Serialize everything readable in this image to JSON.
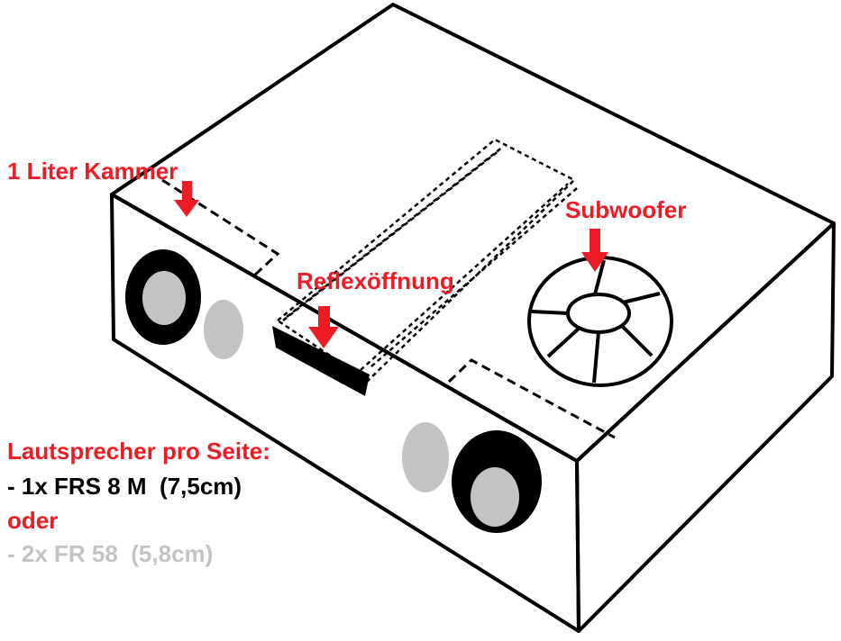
{
  "labels": {
    "kammer": "1 Liter Kammer",
    "reflex": "Reflexöffnung",
    "subwoofer": "Subwoofer"
  },
  "speaker_info": {
    "heading": "Lautsprecher pro Seite:",
    "option1": "- 1x FRS 8 M  (7,5cm)",
    "separator": "oder",
    "option2": "- 2x FR 58  (5,8cm)"
  },
  "colors": {
    "label_red": "#ed1c24",
    "option1_text": "#000000",
    "option2_text": "#c3c3c3",
    "outline": "#000000",
    "cone_gray": "#c3c3c3",
    "background": "#ffffff"
  }
}
